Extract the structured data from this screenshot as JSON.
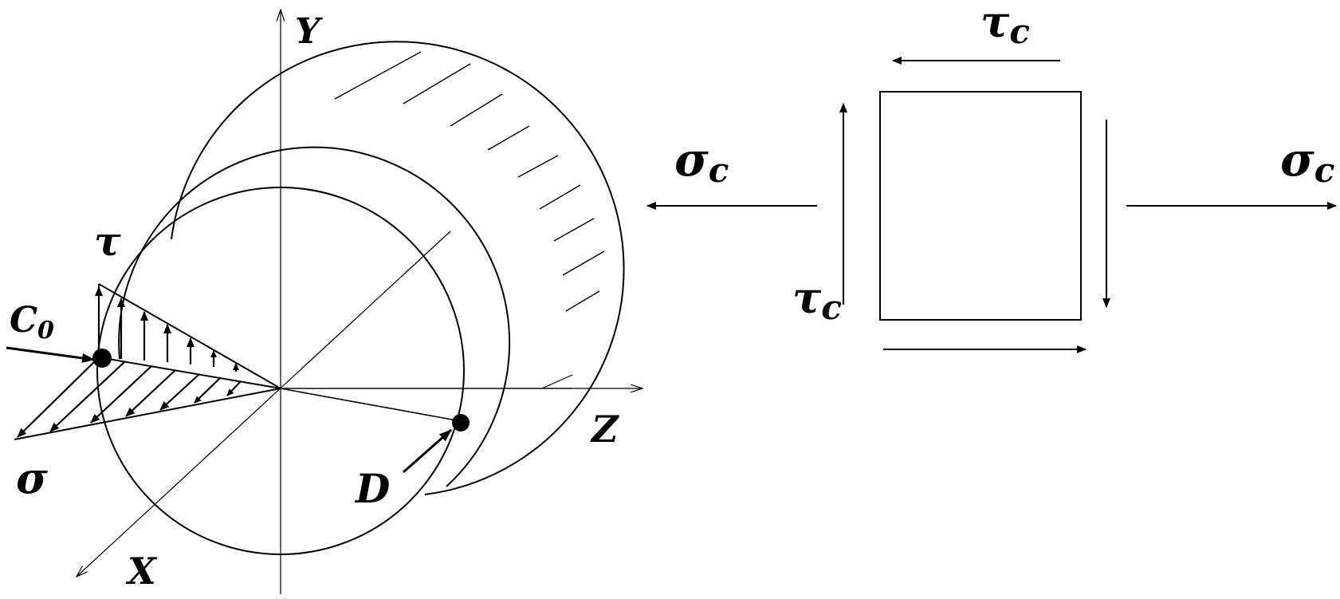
{
  "left_figure": {
    "axis_y": "Y",
    "axis_z": "Z",
    "axis_x": "X",
    "point_c0": {
      "main": "C",
      "sub": "0"
    },
    "point_d": "D",
    "tau": "τ",
    "sigma": "σ"
  },
  "right_figure": {
    "tau_top": {
      "main": "τ",
      "sub": "c"
    },
    "tau_left": {
      "main": "τ",
      "sub": "c"
    },
    "sigma_left": {
      "main": "σ",
      "sub": "c"
    },
    "sigma_right": {
      "main": "σ",
      "sub": "c"
    }
  },
  "colors": {
    "ink": "#000000",
    "background": "#ffffff"
  }
}
